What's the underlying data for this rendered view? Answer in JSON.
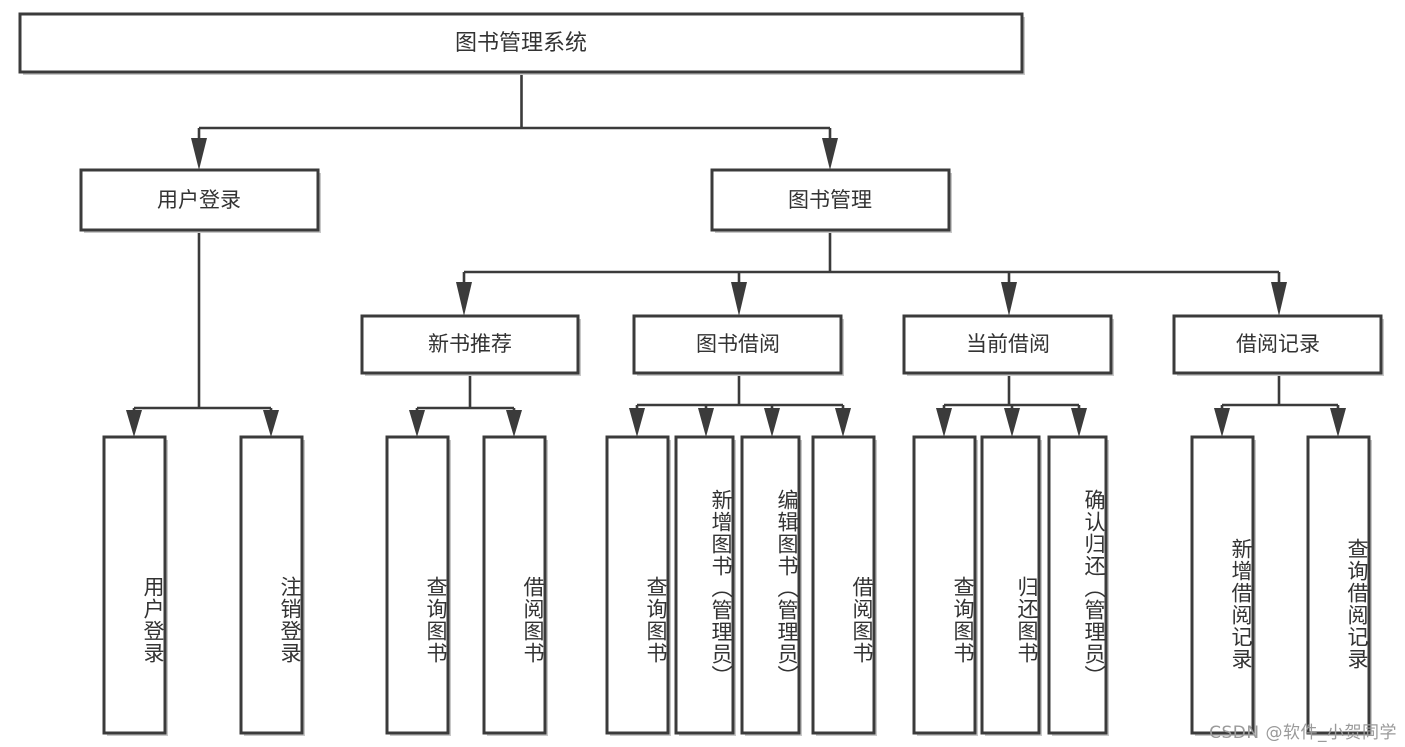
{
  "diagram": {
    "title": "图书管理系统",
    "type": "tree-hierarchy-diagram",
    "colors": {
      "box_stroke": "#3b3b3b",
      "box_fill": "#ffffff",
      "text": "#333333",
      "background": "#ffffff",
      "watermark": "#9a9a9a"
    },
    "root": {
      "label": "图书管理系统"
    },
    "level2": [
      {
        "label": "用户登录"
      },
      {
        "label": "图书管理"
      }
    ],
    "level3": [
      {
        "label": "新书推荐"
      },
      {
        "label": "图书借阅"
      },
      {
        "label": "当前借阅"
      },
      {
        "label": "借阅记录"
      }
    ],
    "leaves": {
      "user_login": [
        {
          "label": "用户登录"
        },
        {
          "label": "注销登录"
        }
      ],
      "new_book_recommend": [
        {
          "label": "查询图书"
        },
        {
          "label": "借阅图书"
        }
      ],
      "book_borrow": [
        {
          "label": "查询图书"
        },
        {
          "label": "新增图书（管理员）"
        },
        {
          "label": "编辑图书（管理员）"
        },
        {
          "label": "借阅图书"
        }
      ],
      "current_borrow": [
        {
          "label": "查询图书"
        },
        {
          "label": "归还图书"
        },
        {
          "label": "确认归还（管理员）"
        }
      ],
      "borrow_record": [
        {
          "label": "新增借阅记录"
        },
        {
          "label": "查询借阅记录"
        }
      ]
    }
  },
  "watermark": {
    "text": "CSDN @软件_小贺同学"
  }
}
